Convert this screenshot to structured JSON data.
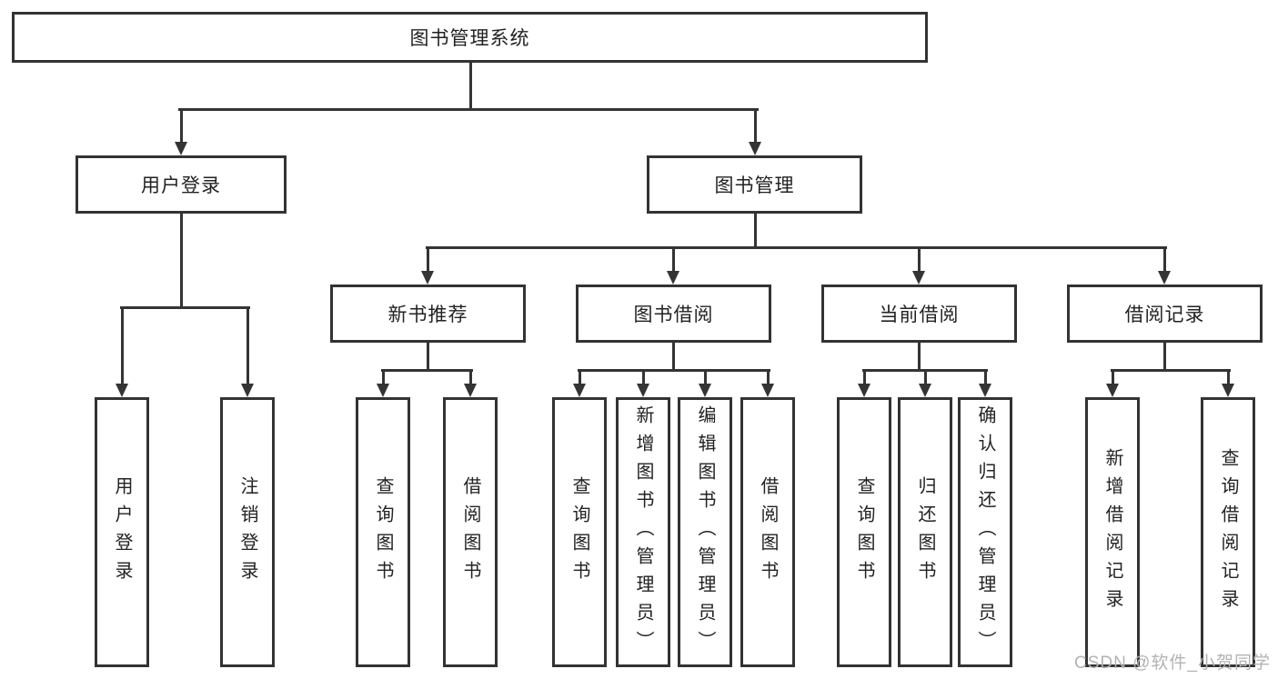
{
  "diagram": {
    "title_node": {
      "label": "图书管理系统"
    },
    "level2": [
      {
        "label": "用户登录",
        "parent": "图书管理系统"
      },
      {
        "label": "图书管理",
        "parent": "图书管理系统"
      }
    ],
    "level3": [
      {
        "label": "新书推荐",
        "parent": "图书管理"
      },
      {
        "label": "图书借阅",
        "parent": "图书管理"
      },
      {
        "label": "当前借阅",
        "parent": "图书管理"
      },
      {
        "label": "借阅记录",
        "parent": "图书管理"
      }
    ],
    "leaves": [
      {
        "label": "用户登录",
        "parent": "用户登录"
      },
      {
        "label": "注销登录",
        "parent": "用户登录"
      },
      {
        "label": "查询图书",
        "parent": "新书推荐"
      },
      {
        "label": "借阅图书",
        "parent": "新书推荐"
      },
      {
        "label": "查询图书",
        "parent": "图书借阅"
      },
      {
        "label": "新增图书（管理员）",
        "parent": "图书借阅"
      },
      {
        "label": "编辑图书（管理员）",
        "parent": "图书借阅"
      },
      {
        "label": "借阅图书",
        "parent": "图书借阅"
      },
      {
        "label": "查询图书",
        "parent": "当前借阅"
      },
      {
        "label": "归还图书",
        "parent": "当前借阅"
      },
      {
        "label": "确认归还（管理员）",
        "parent": "当前借阅"
      },
      {
        "label": "新增借阅记录",
        "parent": "借阅记录"
      },
      {
        "label": "查询借阅记录",
        "parent": "借阅记录"
      }
    ]
  },
  "watermark": {
    "text": "CSDN @软件_小贺同学"
  },
  "colors": {
    "background": "#ffffff",
    "box_border": "#333333",
    "connector_line": "#343434",
    "text": "#222222",
    "watermark_text": "#b3b3b3"
  }
}
